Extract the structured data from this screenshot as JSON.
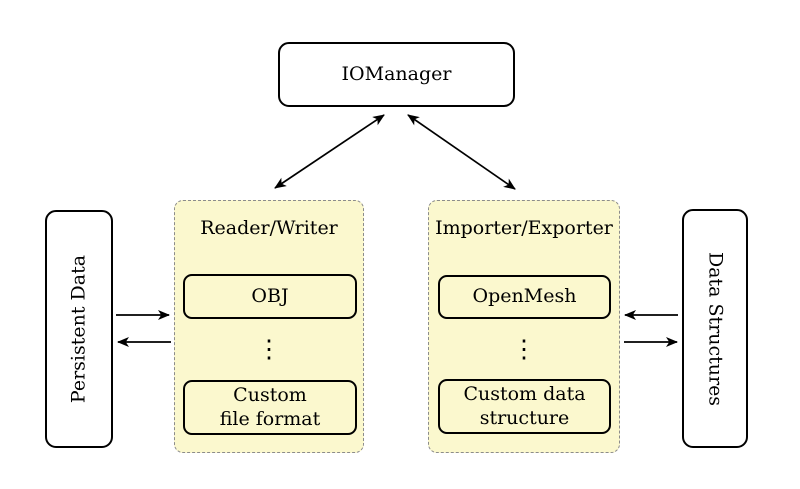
{
  "colors": {
    "background": "#FFFFFF",
    "group_fill": "#FBF8CE",
    "group_border": "#8C8C8C",
    "node_border": "#000000",
    "node_fill": "#FFFFFF",
    "arrow": "#000000",
    "text": "#000000"
  },
  "nodes": {
    "iomanager": "IOManager",
    "persistent_data": "Persistent Data",
    "data_structures": "Data Structures"
  },
  "groups": {
    "reader_writer": {
      "title": "Reader/Writer",
      "items": [
        "OBJ",
        "⋮",
        "Custom\nfile format"
      ]
    },
    "importer_exporter": {
      "title": "Importer/Exporter",
      "items": [
        "OpenMesh",
        "⋮",
        "Custom data\nstructure"
      ]
    }
  },
  "arrows": [
    {
      "name": "iomanager-readerwriter",
      "type": "double-headed"
    },
    {
      "name": "iomanager-importerexporter",
      "type": "double-headed"
    },
    {
      "name": "persistentdata-to-readerwriter",
      "type": "right"
    },
    {
      "name": "readerwriter-to-persistentdata",
      "type": "left"
    },
    {
      "name": "importerexporter-to-datastructures",
      "type": "left"
    },
    {
      "name": "datastructures-to-importerexporter",
      "type": "right"
    }
  ]
}
